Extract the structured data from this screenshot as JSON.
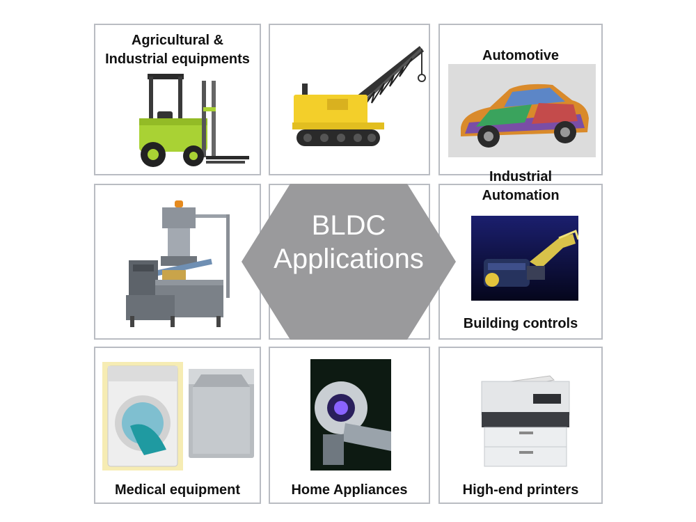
{
  "diagram": {
    "center": {
      "line1": "BLDC",
      "line2": "Applications",
      "color": "#9a9a9c"
    },
    "tiles": {
      "agri": {
        "line1": "Agricultural &",
        "line2": "Industrial equipments"
      },
      "crane": {},
      "automotive": {
        "label": "Automotive"
      },
      "machine": {},
      "industrial_automation": {
        "line1": "Industrial",
        "line2": "Automation",
        "bottom": "Building controls"
      },
      "medical": {
        "label": "Medical equipment"
      },
      "home": {
        "label": "Home Appliances"
      },
      "printers": {
        "label": "High-end printers"
      }
    },
    "colors": {
      "tile_border": "#b9bcc2",
      "forklift": "#a9d234",
      "crane": "#f3cf2a"
    }
  }
}
